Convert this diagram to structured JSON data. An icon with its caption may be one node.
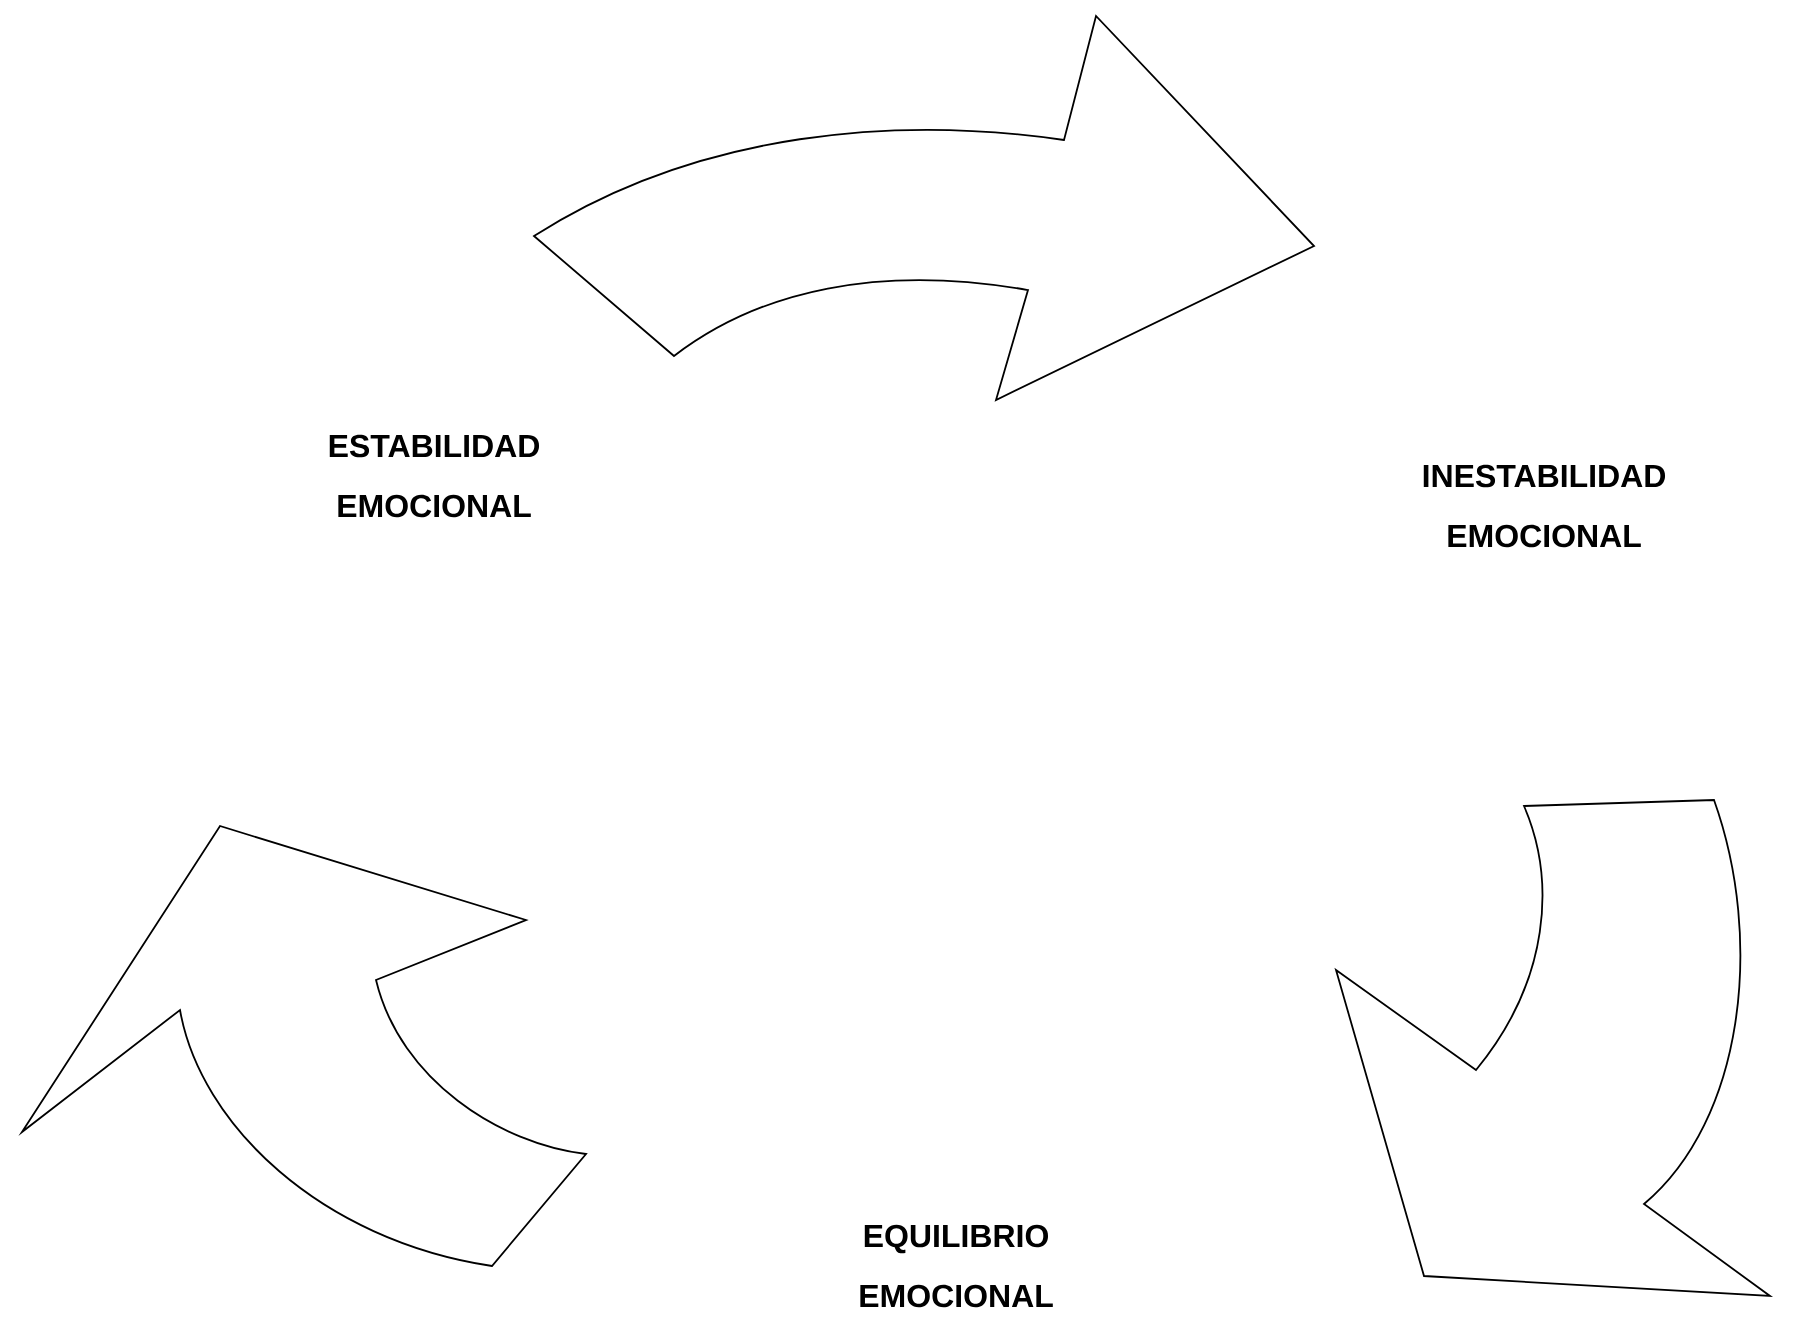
{
  "diagram": {
    "nodes": [
      {
        "text": [
          "ESTABILIDAD EMOCIONAL"
        ]
      },
      {
        "text": [
          "INESTABILIDAD EMOCIONAL"
        ]
      },
      {
        "text": [
          "EQUILIBRIO EMOCIONAL"
        ]
      }
    ],
    "edges": [
      {
        "from": 0,
        "to": 1,
        "arrow": "to"
      },
      {
        "from": 1,
        "to": 2,
        "arrow": "to"
      },
      {
        "from": 2,
        "to": 0,
        "arrow": "to"
      }
    ]
  }
}
